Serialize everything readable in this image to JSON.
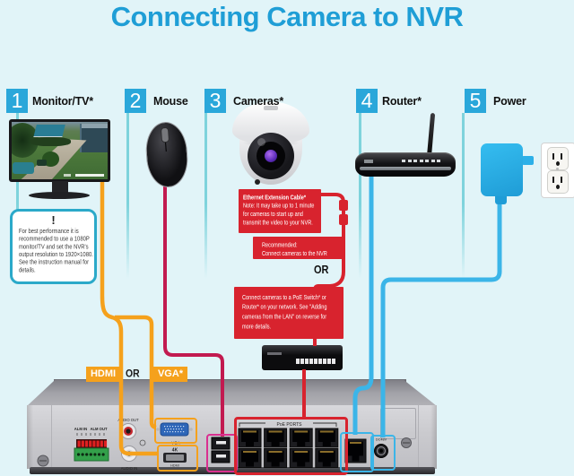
{
  "title": "Connecting Camera to NVR",
  "steps": [
    {
      "num": "1",
      "label": "Monitor/TV*"
    },
    {
      "num": "2",
      "label": "Mouse"
    },
    {
      "num": "3",
      "label": "Cameras*"
    },
    {
      "num": "4",
      "label": "Router*"
    },
    {
      "num": "5",
      "label": "Power"
    }
  ],
  "note": {
    "icon": "!",
    "text": "For best performance it is recommended to use a 1080P monitor/TV and set the NVR's output resolution to 1920×1080. See the instruction manual for details."
  },
  "callouts": {
    "ethernet_title": "Ethernet Extension Cable*",
    "ethernet_body": "Note: It may take up to 1 minute for cameras to start up and transmit the video to your NVR.",
    "recommended": "Recommended:\nConnect cameras to the NVR",
    "or_mid": "OR",
    "poe_switch": "Connect cameras to a PoE Switch* or Router* on your network. See \"Adding cameras from the LAN\" on reverse for more details."
  },
  "connection_labels": {
    "hdmi": "HDMI",
    "or": "OR",
    "vga": "VGA*"
  },
  "nvr": {
    "audio_out": "AUDIO OUT",
    "audio_in": "AUDIO IN",
    "alm_in": "ALM IN",
    "alm_out": "ALM OUT",
    "vga": "VGA",
    "hdmi_4k": "4K",
    "hdmi": "HDMI",
    "poe_ports": "PoE PORTS",
    "power": "DC48V"
  },
  "colors": {
    "background": "#e1f4f8",
    "title": "#1f9ed6",
    "badge": "#2aa7da",
    "callout_red": "#d8232e",
    "cable_orange": "#f5a11c",
    "cable_magenta": "#c21a50",
    "cable_cyan": "#3bb5e8",
    "cable_red": "#d8232e",
    "highlight_pink": "#d93090",
    "note_border": "#2ba9c9"
  }
}
